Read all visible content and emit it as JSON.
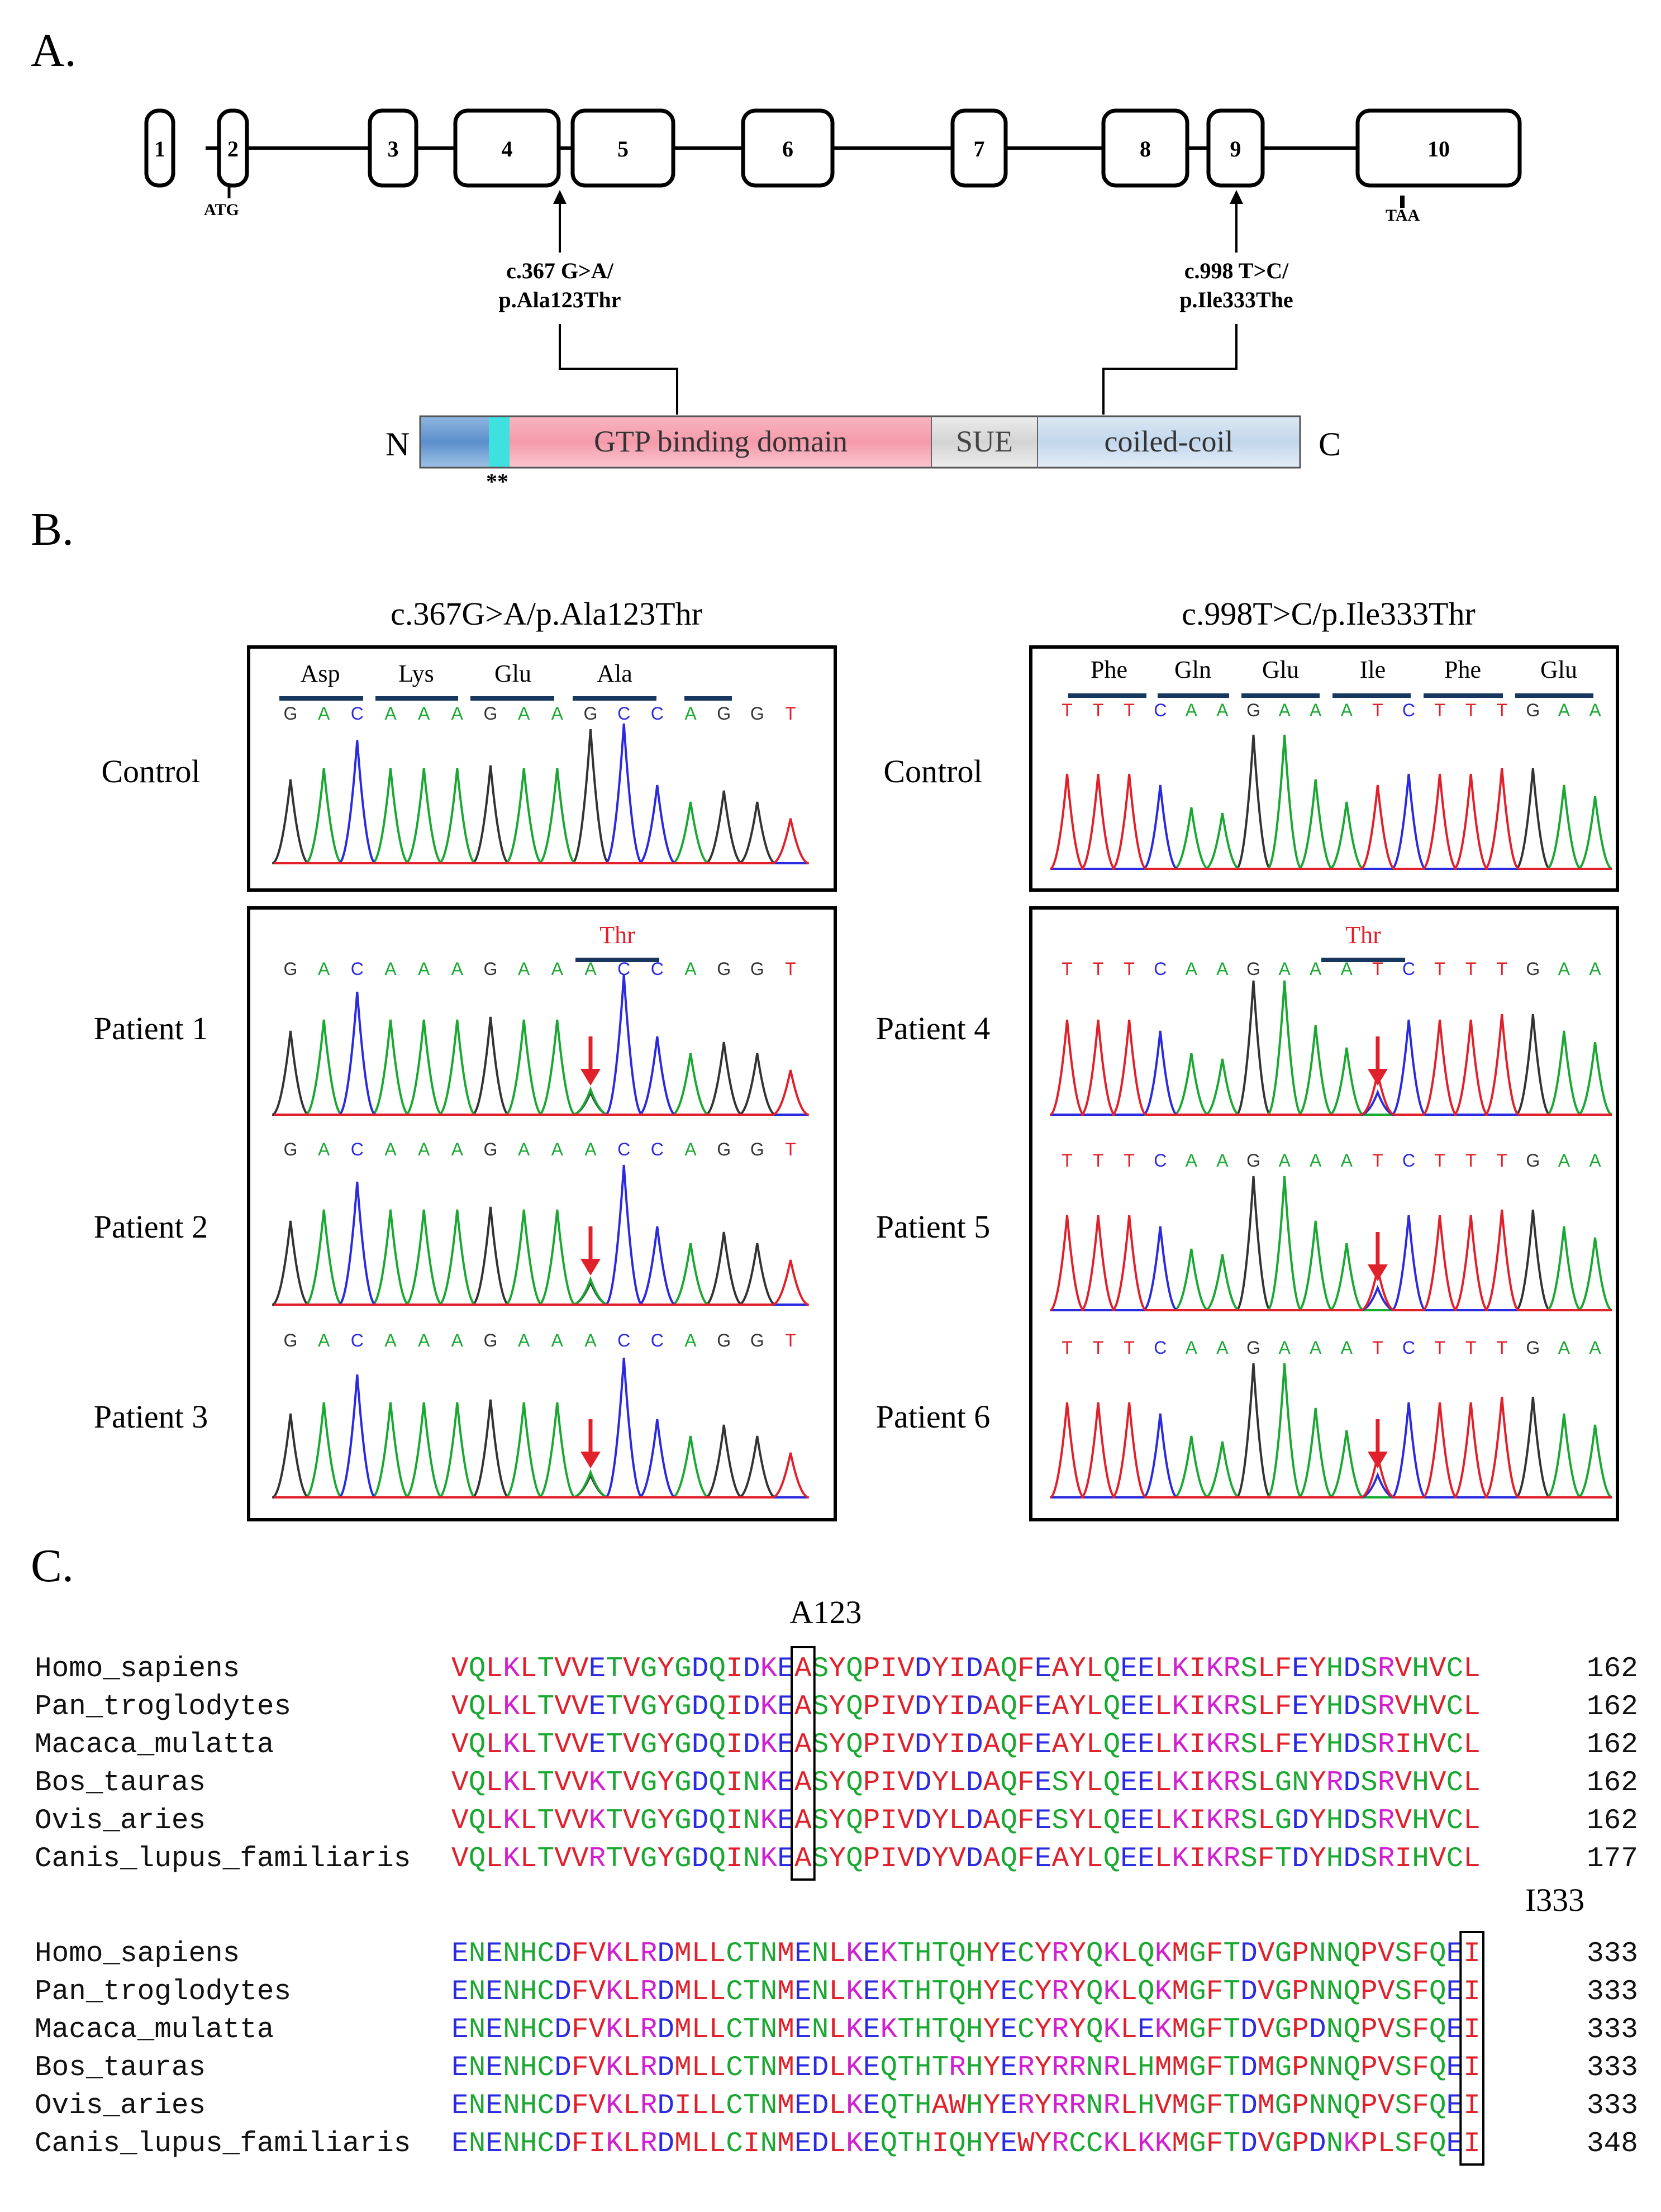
{
  "panels": {
    "a": "A.",
    "b": "B.",
    "c": "C."
  },
  "gene": {
    "exons": [
      "1",
      "2",
      "3",
      "4",
      "5",
      "6",
      "7",
      "8",
      "9",
      "10"
    ],
    "start_codon": "ATG",
    "stop_codon": "TAA",
    "mutation1": [
      "c.367 G>A/",
      "p.Ala123Thr"
    ],
    "mutation2": [
      "c.998 T>C/",
      "p.Ile333The"
    ]
  },
  "protein": {
    "n_term": "N",
    "c_term": "C",
    "stars": "**",
    "domains": [
      "GTP binding domain",
      "SUE",
      "coiled-coil"
    ]
  },
  "chromatograms": {
    "left_title": "c.367G>A/p.Ala123Thr",
    "right_title": "c.998T>C/p.Ile333Thr",
    "row_labels_left": [
      "Control",
      "Patient 1",
      "Patient 2",
      "Patient 3"
    ],
    "row_labels_right": [
      "Control",
      "Patient 4",
      "Patient 5",
      "Patient 6"
    ],
    "left_codons": [
      "Asp",
      "Lys",
      "Glu",
      "Ala"
    ],
    "right_codons": [
      "Phe",
      "Gln",
      "Glu",
      "Ile",
      "Phe",
      "Glu"
    ],
    "mutant_codon": "Thr",
    "left_control_seq": "GACAAAGAAGCCAGGT",
    "left_patient_seq": "GACAAAGAAACCAGGT",
    "right_control_seq": "TTTCAAGAAATCTTTGAA",
    "right_patient_seq": "TTTCAAGAAATCTTTGAA",
    "base_colors": {
      "A": "#1aa832",
      "C": "#2a2ae0",
      "G": "#333333",
      "T": "#e0202a"
    }
  },
  "alignment": {
    "marker1": "A123",
    "marker2": "I333",
    "block1": [
      {
        "species": "Homo_sapiens",
        "seq": "VQLKLTVVETVGYGDQIDKEASYQPIVDYIDAQFEAYLQEELKIKRSLFEYHDSRVHVCL",
        "pos": "162"
      },
      {
        "species": "Pan_troglodytes",
        "seq": "VQLKLTVVETVGYGDQIDKEASYQPIVDYIDAQFEAYLQEELKIKRSLFEYHDSRVHVCL",
        "pos": "162"
      },
      {
        "species": "Macaca_mulatta",
        "seq": "VQLKLTVVETVGYGDQIDKEASYQPIVDYIDAQFEAYLQEELKIKRSLFEYHDSRIHVCL",
        "pos": "162"
      },
      {
        "species": "Bos_tauras",
        "seq": "VQLKLTVVKTVGYGDQINKEASYQPIVDYLDAQFESYLQEELKIKRSLGNYRDSRVHVCL",
        "pos": "162"
      },
      {
        "species": "Ovis_aries",
        "seq": "VQLKLTVVKTVGYGDQINKEASYQPIVDYLDAQFESYLQEELKIKRSLGDYHDSRVHVCL",
        "pos": "162"
      },
      {
        "species": "Canis_lupus_familiaris",
        "seq": "VQLKLTVVRTVGYGDQINKEASYQPIVDYVDAQFEAYLQEELKIKRSFTDYHDSRIHVCL",
        "pos": "177"
      }
    ],
    "block2": [
      {
        "species": "Homo_sapiens",
        "seq": "ENENHCDFVKLRDMLLCTNMENLKEKTHTQHYECYRYQKLQKMGFTDVGPNNQPVSFQEI",
        "pos": "333"
      },
      {
        "species": "Pan_troglodytes",
        "seq": "ENENHCDFVKLRDMLLCTNMENLKEKTHTQHYECYRYQKLQKMGFTDVGPNNQPVSFQEI",
        "pos": "333"
      },
      {
        "species": "Macaca_mulatta",
        "seq": "ENENHCDFVKLRDMLLCTNMENLKEKTHTQHYECYRYQKLEKMGFTDVGPDNQPVSFQEI",
        "pos": "333"
      },
      {
        "species": "Bos_tauras",
        "seq": "ENENHCDFVKLRDMLLCTNMEDLKEQTHTRHYERYRRNRLHMMGFTDMGPNNQPVSFQEI",
        "pos": "333"
      },
      {
        "species": "Ovis_aries",
        "seq": "ENENHCDFVKLRDILLCTNMEDLKEQTHAWHYERYRRNRLHVMGFTDMGPNNQPVSFQEI",
        "pos": "333"
      },
      {
        "species": "Canis_lupus_familiaris",
        "seq": "ENENHCDFIKLRDMLLCINMEDLKEQTHIQHYEWYRCCKLKKMGFTDVGPDNKPLSFQEI",
        "pos": "348"
      }
    ],
    "aa_colors": {
      "hydrophobic": "#e0202a",
      "acidic": "#2a2ae0",
      "basic": "#d020d0",
      "polar": "#1aa832"
    }
  }
}
